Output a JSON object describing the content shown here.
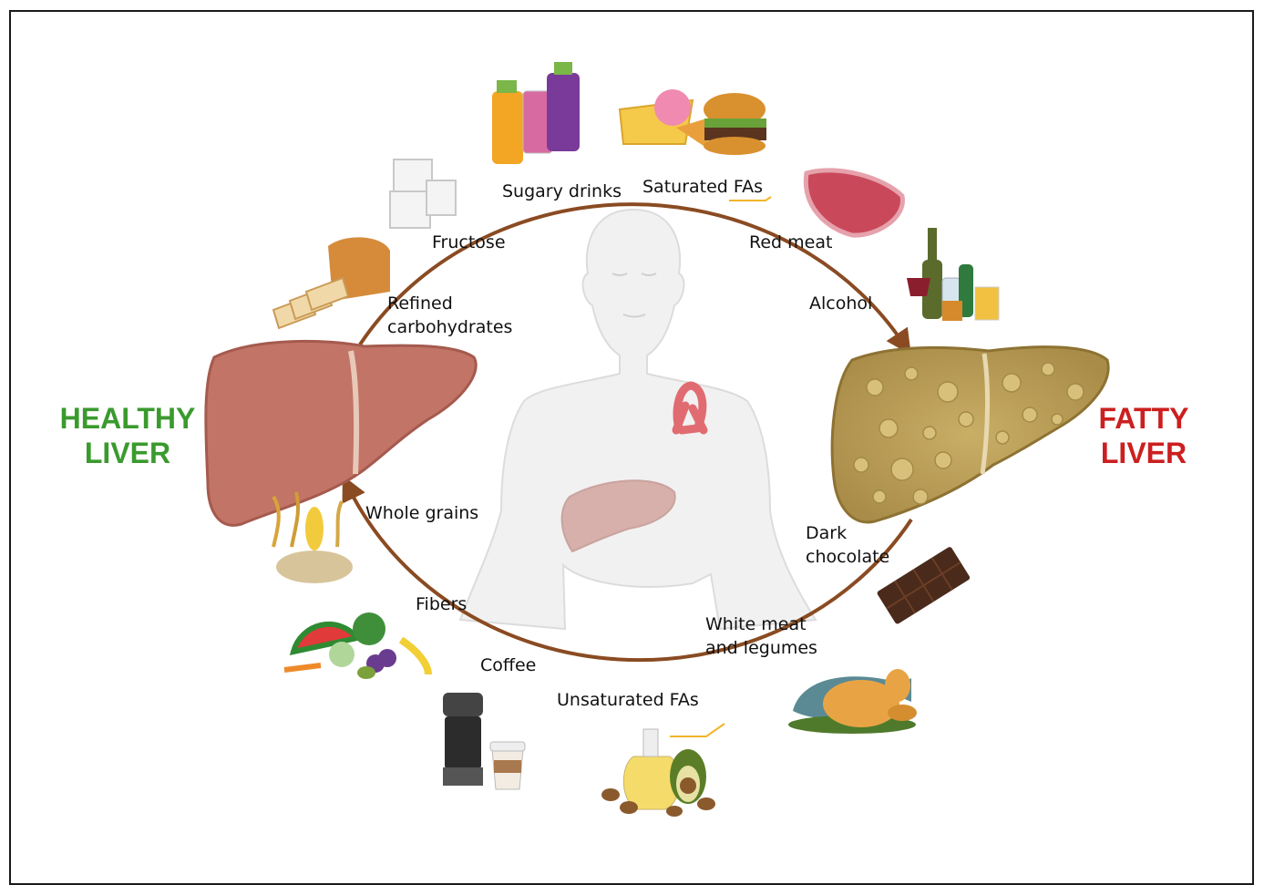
{
  "colors": {
    "healthy": "#3a9a2e",
    "fatty": "#cc1f1f",
    "arrow": "#8a4b22",
    "liver_healthy": "#c27467",
    "liver_fatty": "#b59a55"
  },
  "titles": {
    "healthy_line1": "HEALTHY",
    "healthy_line2": "LIVER",
    "fatty_line1": "FATTY",
    "fatty_line2": "LIVER"
  },
  "harmful_foods": {
    "sugary_drinks": "Sugary drinks",
    "saturated_fas": "Saturated FAs",
    "fructose": "Fructose",
    "red_meat": "Red meat",
    "refined_carbs_1": "Refined",
    "refined_carbs_2": "carbohydrates",
    "alcohol": "Alcohol"
  },
  "protective_foods": {
    "whole_grains": "Whole grains",
    "dark_chocolate_1": "Dark",
    "dark_chocolate_2": "chocolate",
    "fibers": "Fibers",
    "white_meat_1": "White meat",
    "white_meat_2": "and legumes",
    "coffee": "Coffee",
    "unsaturated_fas": "Unsaturated FAs"
  },
  "icons": [
    "sugar-cubes-icon",
    "juice-bottles-icon",
    "junk-food-icon",
    "red-meat-icon",
    "alcohol-bottles-icon",
    "bread-icon",
    "grains-icon",
    "fruits-vegetables-icon",
    "coffee-grinder-icon",
    "oil-nuts-avocado-icon",
    "chicken-fish-icon",
    "chocolate-bar-icon",
    "awareness-ribbon-icon",
    "human-body-icon"
  ]
}
